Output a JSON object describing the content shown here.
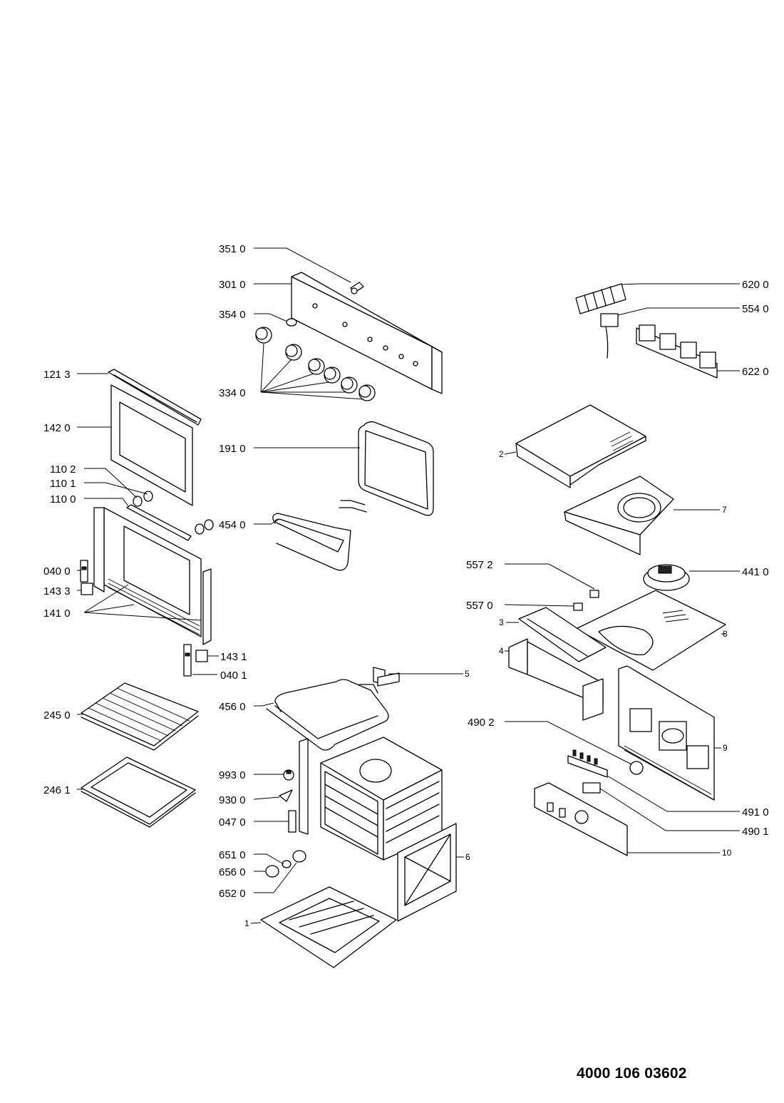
{
  "document_number": "4000 106 03602",
  "callouts": {
    "c3510": "351 0",
    "c3010": "301 0",
    "c3540": "354 0",
    "c3340": "334 0",
    "c1910": "191 0",
    "c4540": "454 0",
    "c4560": "456 0",
    "c9930": "993 0",
    "c9300": "930 0",
    "c0470": "047 0",
    "c6510": "651 0",
    "c6560": "656 0",
    "c6520": "652 0",
    "c1213": "121 3",
    "c1420": "142 0",
    "c1102": "110 2",
    "c1101": "110 1",
    "c1100": "110 0",
    "c0400": "040 0",
    "c1433": "143 3",
    "c1410": "141 0",
    "c1431": "143 1",
    "c0401": "040 1",
    "c2450": "245 0",
    "c2461": "246 1",
    "c6200": "620 0",
    "c5540": "554 0",
    "c6220": "622 0",
    "c5572": "557 2",
    "c5570": "557 0",
    "c4410": "441 0",
    "c4902": "490 2",
    "c4910": "491 0",
    "c4901": "490 1",
    "c1": "1",
    "c2": "2",
    "c3": "3",
    "c4": "4",
    "c5": "5",
    "c6": "6",
    "c7": "7",
    "c8": "8",
    "c9": "9",
    "c10": "10"
  }
}
